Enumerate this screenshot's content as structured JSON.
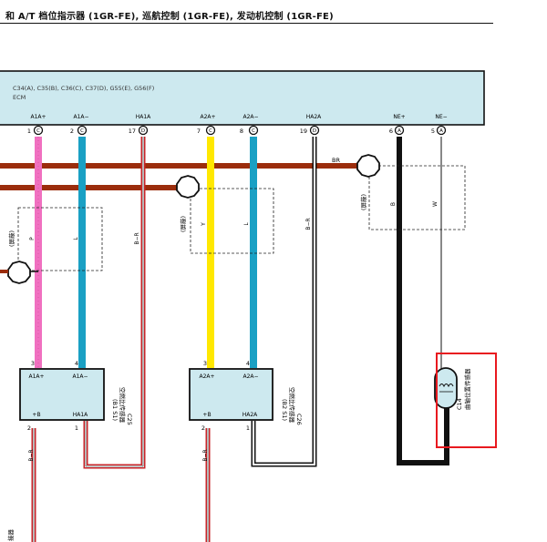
{
  "header": {
    "title": "和 A/T 档位指示器 (1GR-FE), 巡航控制 (1GR-FE), 发动机控制 (1GR-FE)"
  },
  "ecm": {
    "connectors": "C34(A), C35(B), C36(C), C37(D), G55(E), G56(F)",
    "name": "ECM",
    "pins": [
      {
        "label": "A1A+",
        "num": "1",
        "letter": "C"
      },
      {
        "label": "A1A−",
        "num": "2",
        "letter": "C"
      },
      {
        "label": "HA1A",
        "num": "17",
        "letter": "D"
      },
      {
        "label": "A2A+",
        "num": "7",
        "letter": "C"
      },
      {
        "label": "A2A−",
        "num": "8",
        "letter": "C"
      },
      {
        "label": "HA2A",
        "num": "19",
        "letter": "D"
      },
      {
        "label": "NE+",
        "num": "6",
        "letter": "A"
      },
      {
        "label": "NE−",
        "num": "5",
        "letter": "A"
      }
    ]
  },
  "wires": {
    "br": "BR",
    "p": "P",
    "l": "L",
    "y": "Y",
    "br_vert": "B−R",
    "b": "B",
    "w": "W",
    "shield": "(屏蔽)"
  },
  "sensor1": {
    "pins_top": [
      "A1A+",
      "A1A−"
    ],
    "pins_bottom": [
      "+B",
      "HA1A"
    ],
    "top_nums": [
      "3",
      "4"
    ],
    "bottom_nums": [
      "2",
      "1"
    ],
    "id": "C25",
    "name": "空燃比传感器",
    "sub": "(B1 S1)"
  },
  "sensor2": {
    "pins_top": [
      "A2A+",
      "A2A−"
    ],
    "pins_bottom": [
      "+B",
      "HA2A"
    ],
    "top_nums": [
      "3",
      "4"
    ],
    "bottom_nums": [
      "2",
      "1"
    ],
    "id": "C26",
    "name": "空燃比传感器",
    "sub": "(B2 S1)"
  },
  "crank": {
    "id": "C14",
    "name": "曲轴位置传感器"
  },
  "bottom_left": {
    "text": "接器"
  }
}
